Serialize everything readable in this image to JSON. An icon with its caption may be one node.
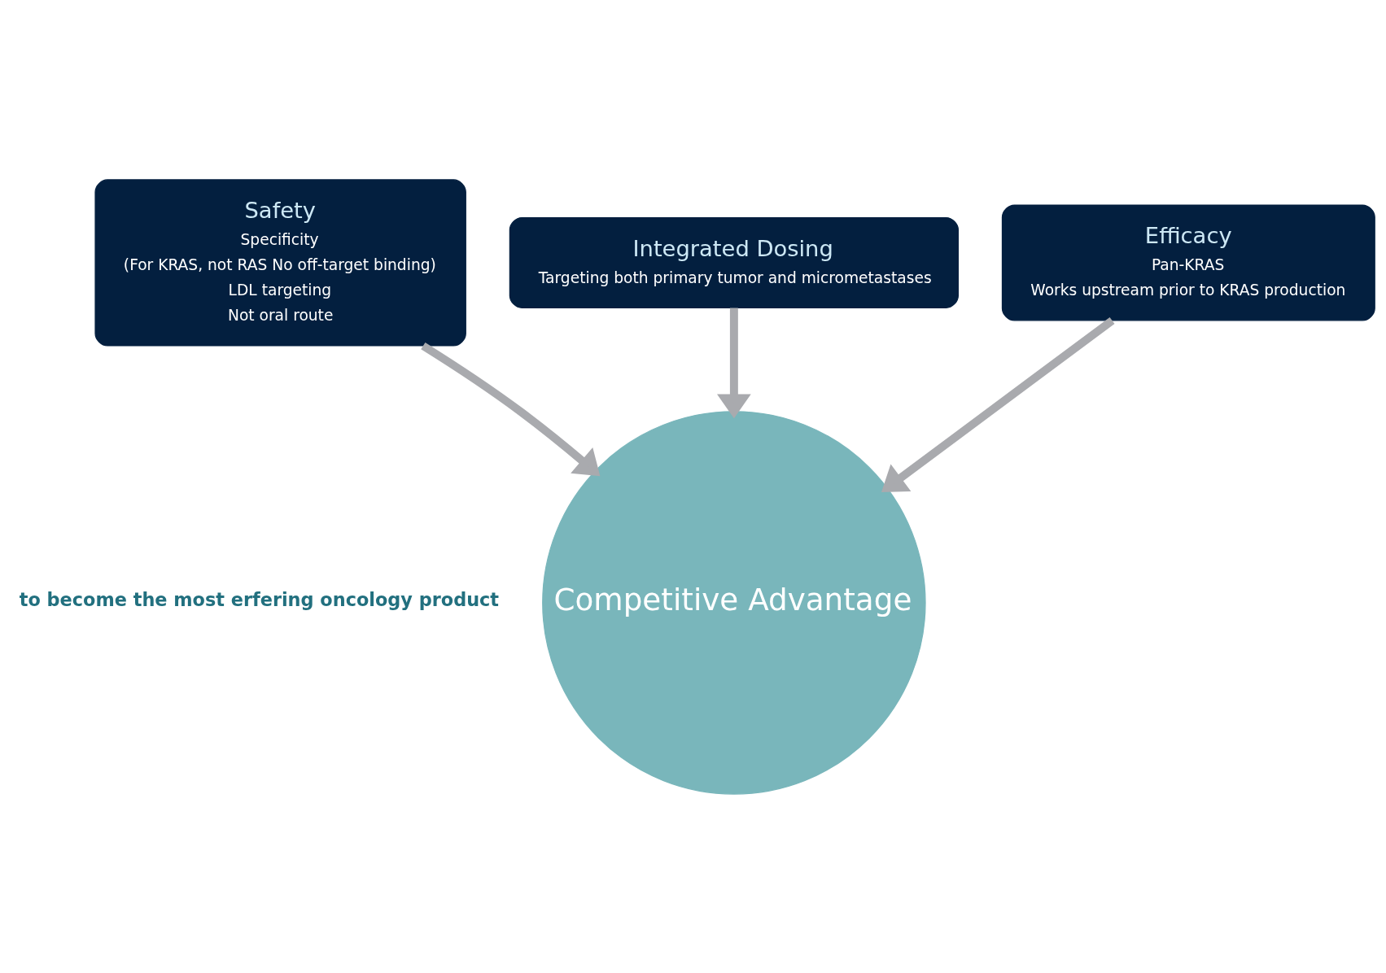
{
  "diagram": {
    "nodes": [
      {
        "text": [
          "Safety",
          "Specificity",
          "(For KRAS, not RAS No off-target binding)",
          "LDL targeting",
          "Not oral route"
        ]
      },
      {
        "text": [
          "Integrated Dosing",
          "Targeting both primary tumor and micrometastases"
        ]
      },
      {
        "text": [
          "Efficacy",
          "Pan-KRAS",
          "Works upstream prior to KRAS production"
        ]
      },
      {
        "text": [
          "Competitive Advantage"
        ]
      }
    ],
    "edges": [
      {
        "from": 0,
        "to": 3,
        "arrow": "to"
      },
      {
        "from": 1,
        "to": 3,
        "arrow": "to"
      },
      {
        "from": 2,
        "to": 3,
        "arrow": "to"
      }
    ],
    "labels": [
      "to become the most erfering oncology product"
    ]
  }
}
